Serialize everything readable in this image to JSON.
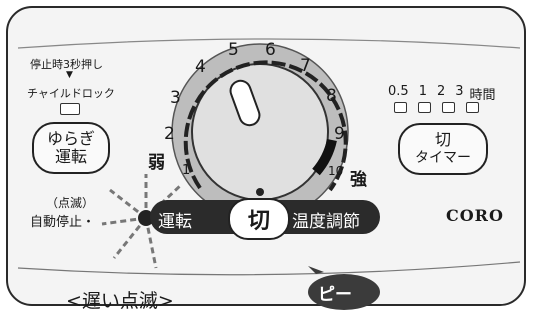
{
  "lock": {
    "note": "停止時3秒押し",
    "arrow": "▼",
    "label": "チャイルドロック"
  },
  "yuragi": {
    "line1": "ゆらぎ",
    "line2": "運転"
  },
  "auto_stop": {
    "line1": "（点滅）",
    "line2": "自動停止・"
  },
  "dial": {
    "numbers": [
      "1",
      "2",
      "3",
      "4",
      "5",
      "6",
      "7",
      "8",
      "9",
      "10"
    ],
    "weak": "弱",
    "strong": "強"
  },
  "timer": {
    "labels": [
      "0.5",
      "1",
      "2",
      "3"
    ],
    "unit": "時間",
    "button_line1": "切",
    "button_line2": "タイマー"
  },
  "bar": {
    "left": "運転",
    "center": "切",
    "right": "温度調節"
  },
  "brand": "CORO",
  "caption": "<遅い点滅>",
  "beep": "ピー",
  "colors": {
    "panel": "#f4f4f4",
    "bar": "#2b2b2b",
    "ink": "#1a1a1a"
  }
}
